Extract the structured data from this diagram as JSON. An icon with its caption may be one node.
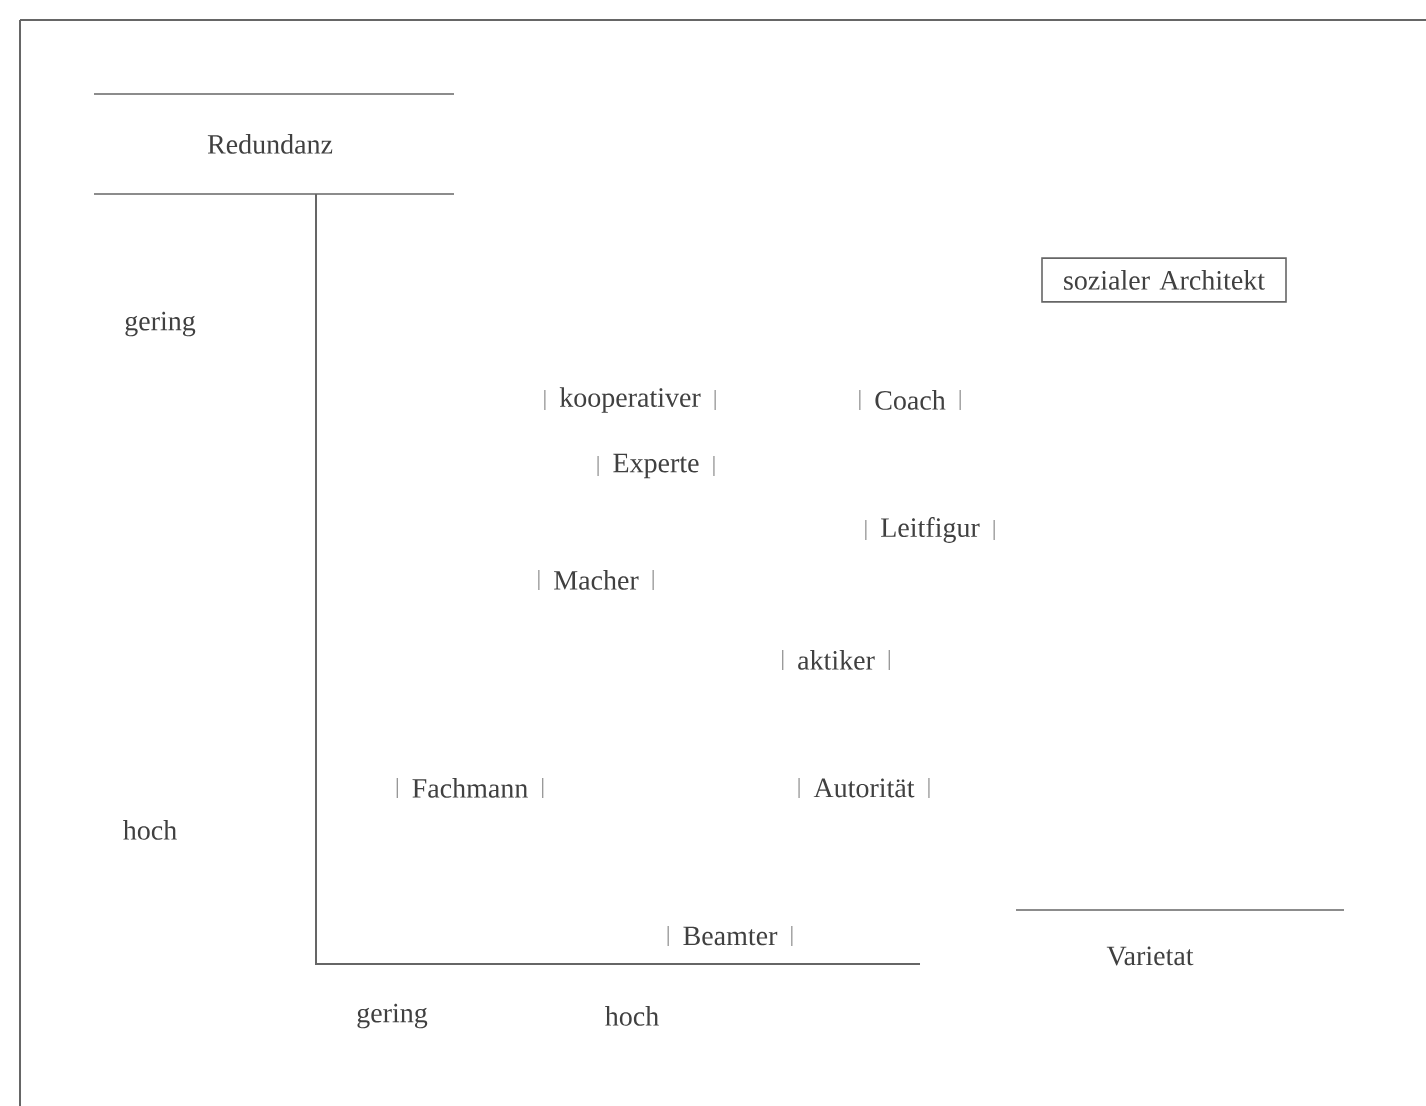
{
  "diagram": {
    "nodes": [
      {
        "text": [
          "sozialer Architekt"
        ]
      },
      {
        "text": [
          "kooperativer"
        ]
      },
      {
        "text": [
          "Coach"
        ]
      },
      {
        "text": [
          "Experte"
        ]
      },
      {
        "text": [
          "Leitfigur"
        ]
      },
      {
        "text": [
          "Macher"
        ]
      },
      {
        "text": [
          "aktiker"
        ]
      },
      {
        "text": [
          "Fachmann"
        ]
      },
      {
        "text": [
          "Autorität"
        ]
      },
      {
        "text": [
          "Beamter"
        ]
      }
    ],
    "labels": [
      "Redundanz",
      "gering",
      "hoch",
      "Varietat",
      "gering",
      "hoch"
    ]
  }
}
